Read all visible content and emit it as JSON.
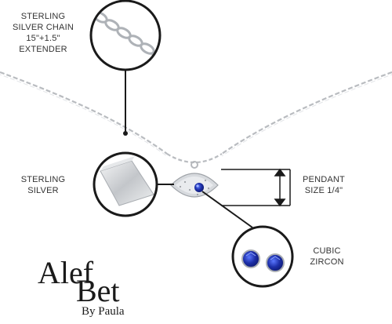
{
  "labels": {
    "chain": [
      "STERLING",
      "SILVER CHAIN",
      "15\"+1.5\"",
      "EXTENDER"
    ],
    "silver": [
      "STERLING",
      "SILVER"
    ],
    "pendant": [
      "PENDANT",
      "SIZE 1/4\""
    ],
    "zircon": [
      "CUBIC",
      "ZIRCON"
    ]
  },
  "brand": {
    "line1": "Alef",
    "line2": "Bet",
    "line3": "By Paula"
  },
  "icons": {
    "chain_detail": "chain-link-closeup-icon",
    "silver_detail": "silver-sheet-icon",
    "zircon_detail": "blue-gemstones-icon",
    "pendant": "evil-eye-pendant-icon"
  },
  "colors": {
    "callout_line": "#1a1a1a",
    "silver": "#c9ccd0",
    "stone": "#1d2fa8",
    "text": "#333333"
  }
}
